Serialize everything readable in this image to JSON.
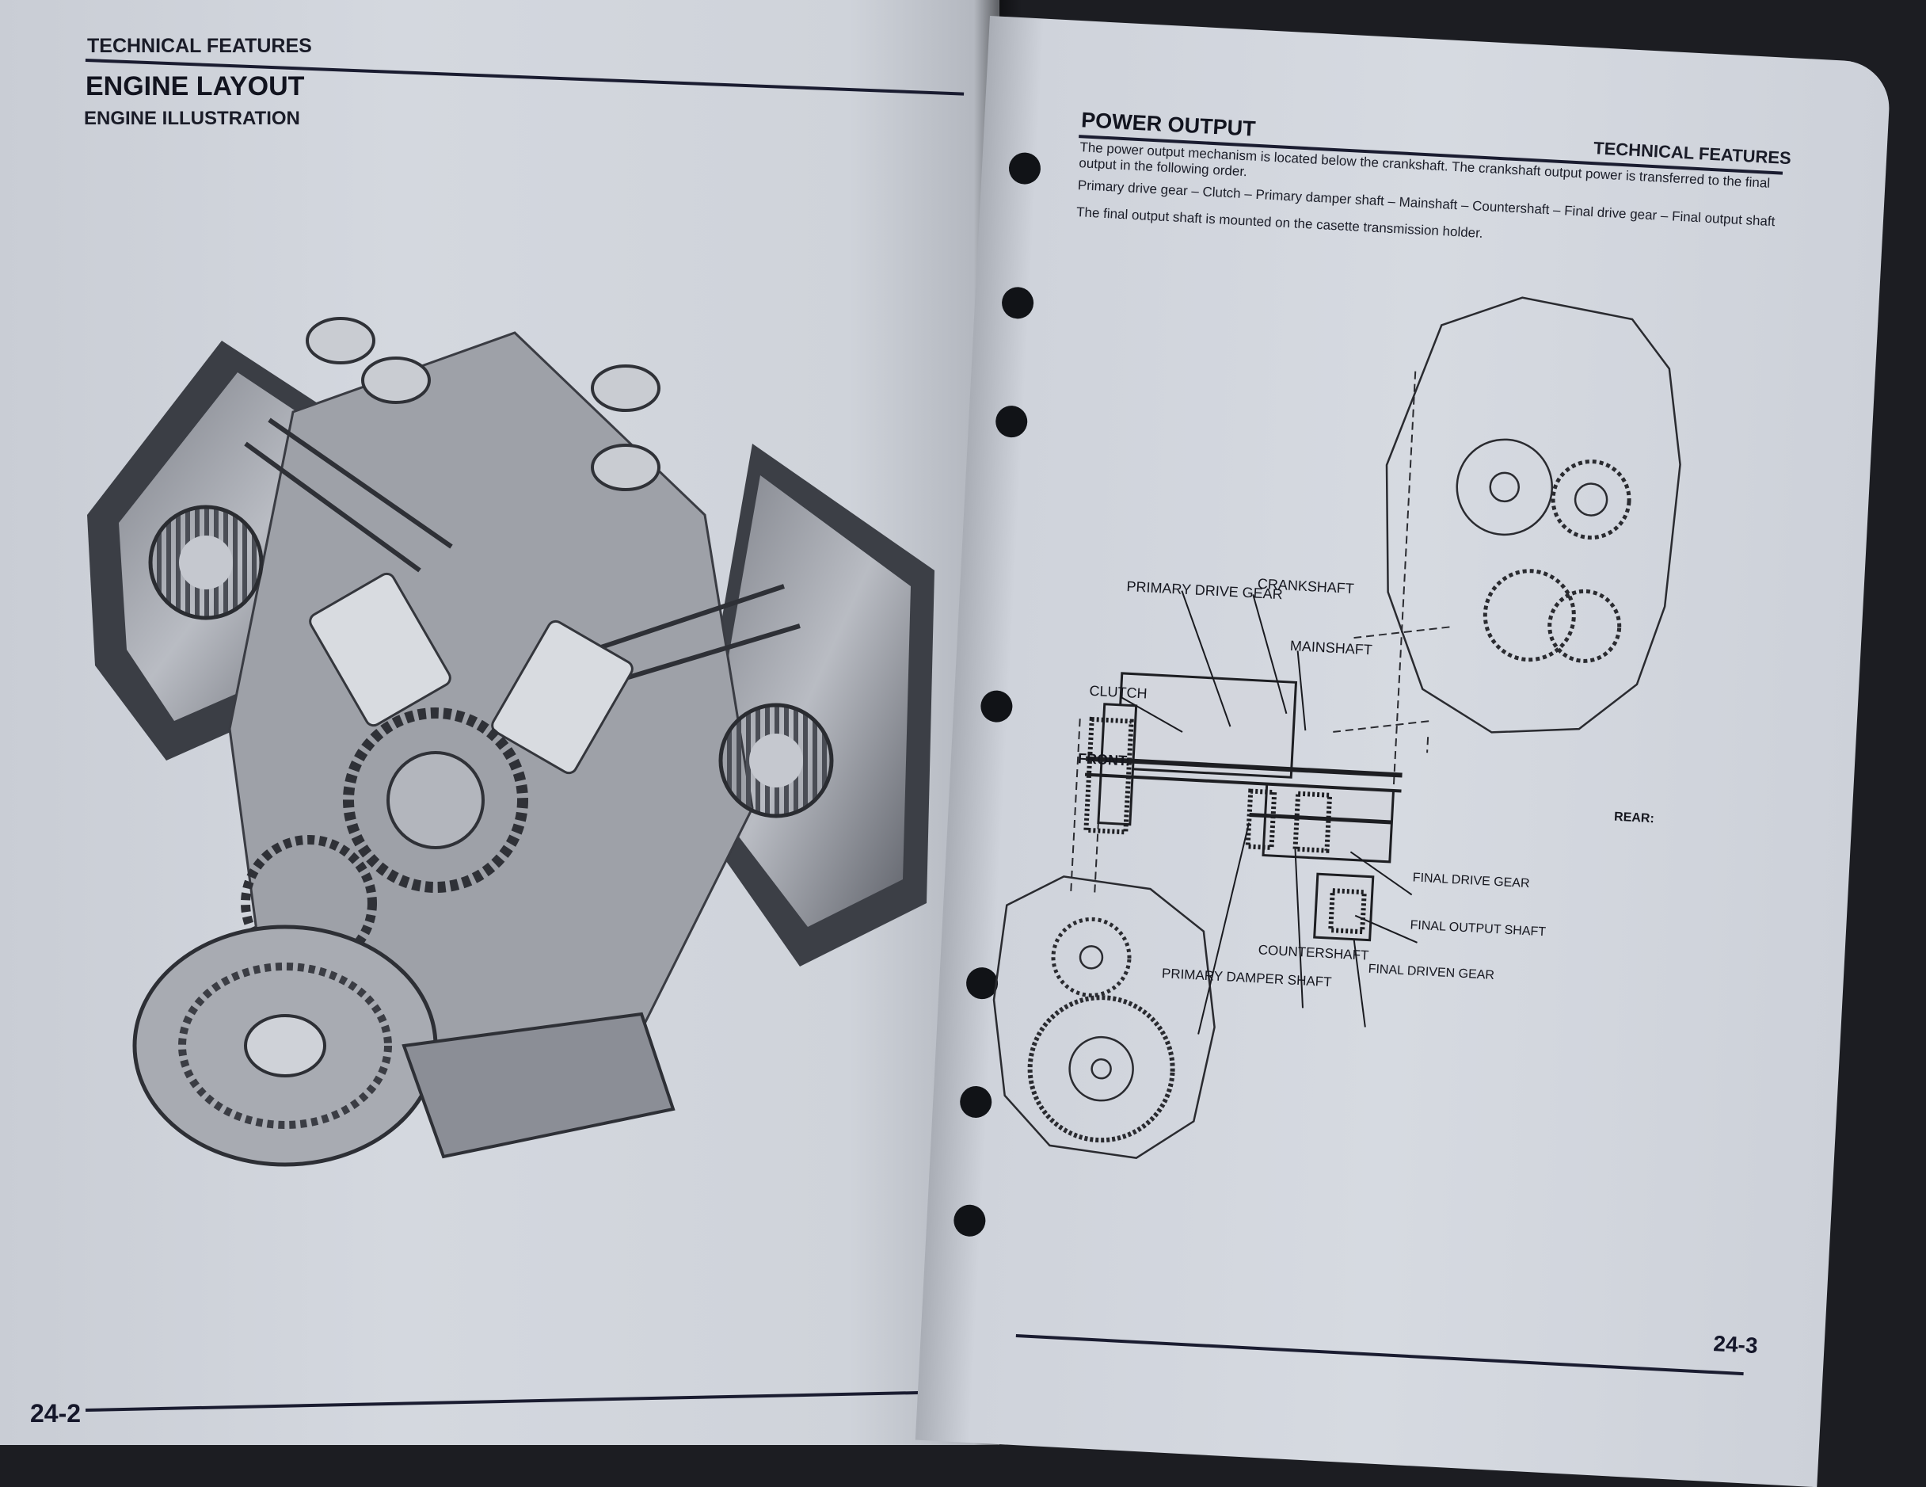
{
  "left_page": {
    "section": "TECHNICAL FEATURES",
    "title": "ENGINE LAYOUT",
    "subtitle": "ENGINE ILLUSTRATION",
    "page_number": "24-2"
  },
  "right_page": {
    "section": "TECHNICAL FEATURES",
    "title": "POWER OUTPUT",
    "paragraphs": [
      "The power output mechanism is located below the crankshaft. The crankshaft output power is transferred to the final output in the following order.",
      "Primary drive gear – Clutch – Primary damper shaft – Mainshaft – Countershaft – Final drive gear – Final output shaft",
      "The final output shaft is mounted on the casette transmission holder."
    ],
    "page_number": "24-3",
    "diagram_labels": {
      "primary_drive_gear": "PRIMARY DRIVE GEAR",
      "crankshaft": "CRANKSHAFT",
      "mainshaft": "MAINSHAFT",
      "clutch": "CLUTCH",
      "front": "FRONT:",
      "rear": "REAR:",
      "final_drive_gear": "FINAL DRIVE GEAR",
      "final_output_shaft": "FINAL OUTPUT SHAFT",
      "countershaft": "COUNTERSHAFT",
      "final_driven_gear": "FINAL DRIVEN GEAR",
      "primary_damper_shaft": "PRIMARY DAMPER SHAFT"
    }
  }
}
